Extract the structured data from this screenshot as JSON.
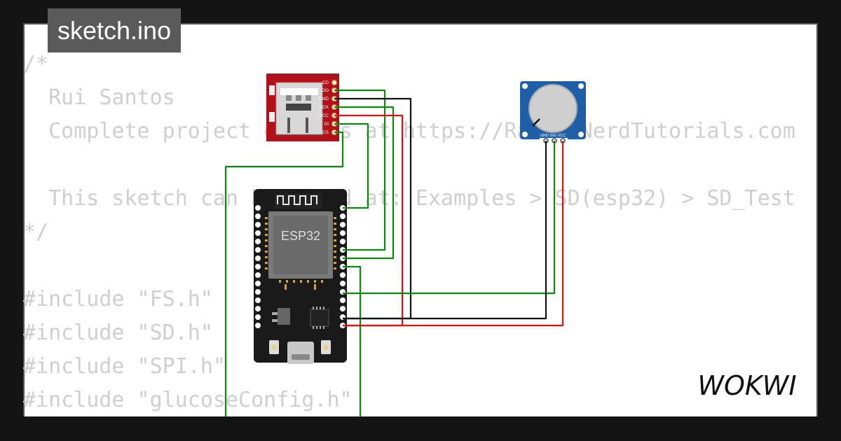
{
  "tab": {
    "filename": "sketch.ino"
  },
  "code": {
    "lines": [
      "/*",
      "  Rui Santos",
      "  Complete project details at https://RandomNerdTutorials.com",
      "",
      "  This sketch can be found at: Examples > SD(esp32) > SD_Test",
      "*/",
      "",
      "#include \"FS.h\"",
      "#include \"SD.h\"",
      "#include \"SPI.h\"",
      "#include \"glucoseConfig.h\""
    ]
  },
  "sd_module": {
    "pins": [
      "CD",
      "DO",
      "GND",
      "SCK",
      "VCC",
      "DI",
      "CS"
    ]
  },
  "esp32": {
    "label": "ESP32"
  },
  "potentiometer": {
    "pin_label": "GND SIG VCC"
  },
  "brand": {
    "logo_text": "WOKWI"
  },
  "colors": {
    "wire_green": "#0a8a0a",
    "wire_red": "#e01010",
    "wire_black": "#111111",
    "sd_board": "#b3111a",
    "pot_board": "#1f5fa8",
    "esp_board": "#1a1a1a"
  }
}
